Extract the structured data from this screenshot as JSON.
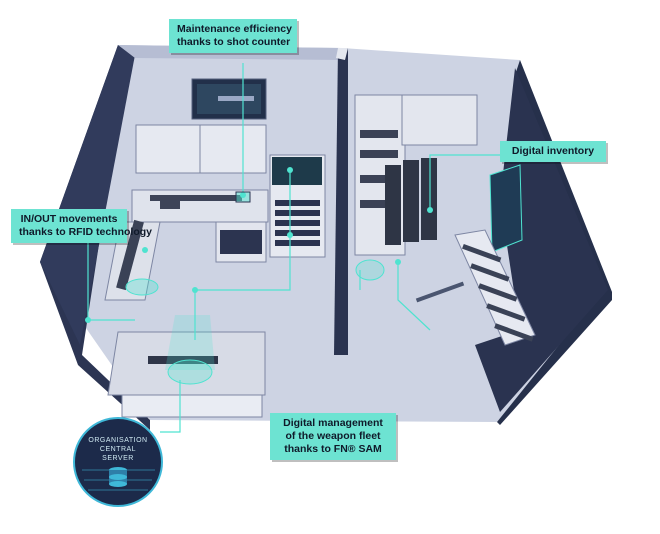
{
  "callouts": {
    "maintenance": {
      "line1": "Maintenance efficiency",
      "line2": "thanks to shot counter"
    },
    "rfid": {
      "line1": "IN/OUT movements",
      "line2": "thanks to RFID technology"
    },
    "inventory": {
      "line1": "Digital inventory"
    },
    "fleet": {
      "line1": "Digital management",
      "line2": "of the weapon fleet",
      "line3": "thanks to FN® SAM"
    }
  },
  "server": {
    "line1": "ORGANISATION",
    "line2": "CENTRAL",
    "line3": "SERVER"
  },
  "colors": {
    "accent": "#6de3d2",
    "wall_dark": "#2a3350",
    "floor": "#c9cfe0",
    "cabinet": "#e6e9f0",
    "holo": "#4fe3d0"
  }
}
